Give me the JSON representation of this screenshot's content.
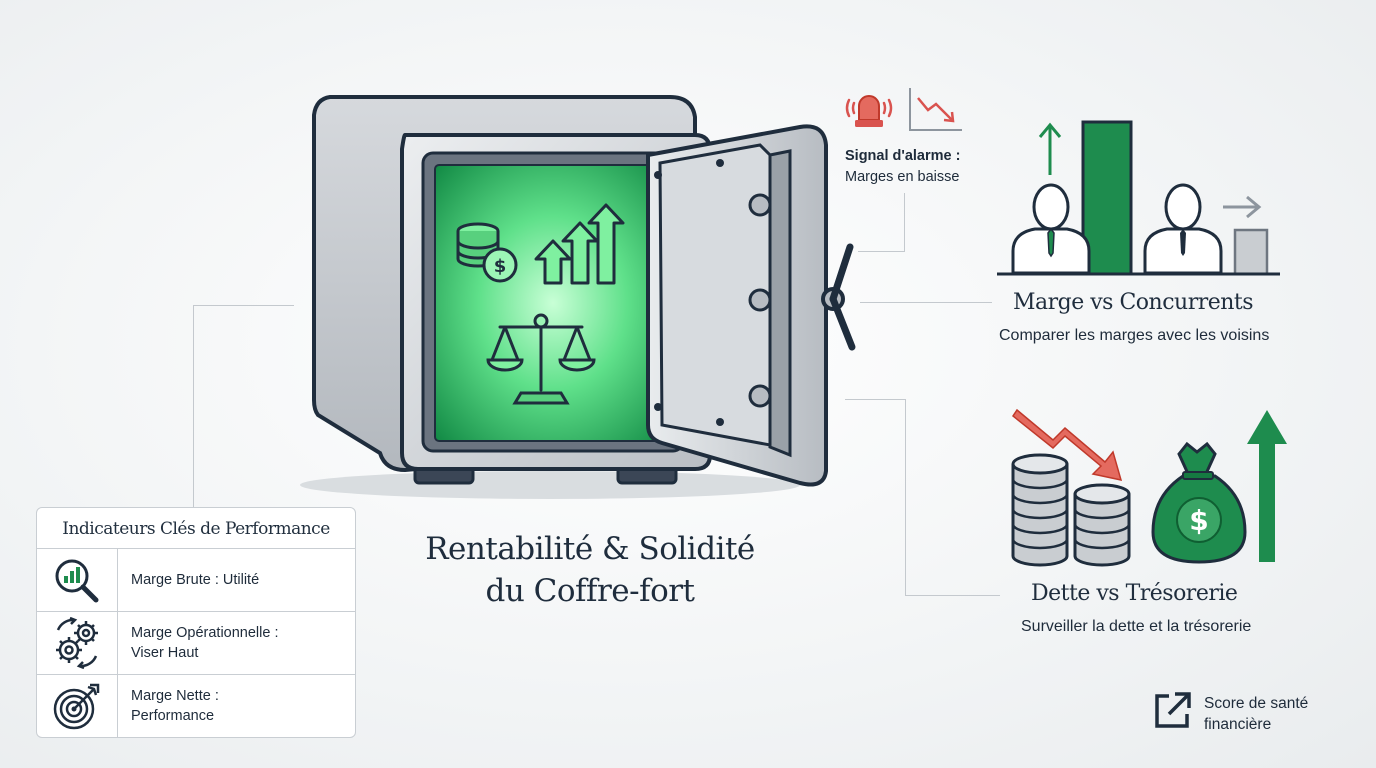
{
  "main_title": {
    "line1": "Rentabilité & Solidité",
    "line2": "du Coffre-fort"
  },
  "alarm": {
    "label": "Signal d'alarme :",
    "text": "Marges en baisse"
  },
  "competitors": {
    "title": "Marge vs Concurrents",
    "subtitle": "Comparer les marges avec les voisins"
  },
  "debt": {
    "title": "Dette vs Trésorerie",
    "subtitle": "Surveiller la dette et la trésorerie"
  },
  "score": {
    "label": "Score de santé financière"
  },
  "kpi_panel": {
    "title": "Indicateurs Clés de Performance",
    "items": [
      {
        "icon": "chart-magnifier-icon",
        "line1": "Marge Brute : Utilité",
        "line2": ""
      },
      {
        "icon": "gears-cycle-icon",
        "line1": "Marge Opérationnelle :",
        "line2": "Viser Haut"
      },
      {
        "icon": "target-icon",
        "line1": "Marge Nette :",
        "line2": "Performance"
      }
    ]
  },
  "colors": {
    "accent_green": "#1e8c4e",
    "alert_red": "#d9534f",
    "navy": "#1f2d3d",
    "safe_grey": "#c9cdd1"
  }
}
